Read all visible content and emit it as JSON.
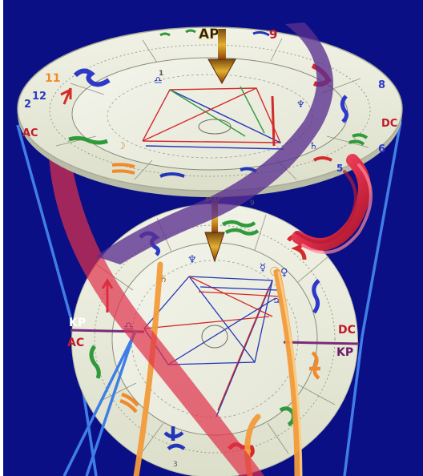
{
  "colors": {
    "background": "#0b0f86",
    "wheel_face": "#e8ead8",
    "pyramid_edge": "#3f7ee6",
    "ribbon_purple": "#5a2f8f",
    "ribbon_red": "#e0304a",
    "ribbon_orange": "#f29a3a",
    "aspect_red": "#d42a2a",
    "aspect_blue": "#2436b8",
    "aspect_green": "#2e9a3a",
    "arrow_gold": "#e2b030",
    "label_purple": "#6a1a6a",
    "label_red": "#c01a2a"
  },
  "upper_wheel": {
    "arrow_label": "AP",
    "angle_labels": {
      "ac": "AC",
      "dc": "DC"
    },
    "house_numbers": [
      "9",
      "11",
      "12",
      "2",
      "8",
      "6",
      "5",
      "1"
    ],
    "planet_glyphs": [
      "♎",
      "♆",
      "☽",
      "♄"
    ]
  },
  "lower_wheel": {
    "arrow_label": "AP",
    "angle_labels": {
      "kp_left": "KP",
      "ac": "AC",
      "dc": "DC",
      "kp_right": "KP"
    },
    "house_numbers": [
      "9",
      "3"
    ],
    "planet_glyphs": [
      "♆",
      "♄",
      "♎",
      "☿",
      "♀",
      "♃",
      "☉"
    ]
  },
  "icons": [
    "sign-leo",
    "sign-virgo",
    "sign-libra",
    "sign-scorpio",
    "sign-sagittarius",
    "sign-capricorn",
    "sign-aquarius",
    "sign-pisces",
    "sign-aries",
    "sign-taurus",
    "sign-gemini",
    "sign-cancer"
  ]
}
